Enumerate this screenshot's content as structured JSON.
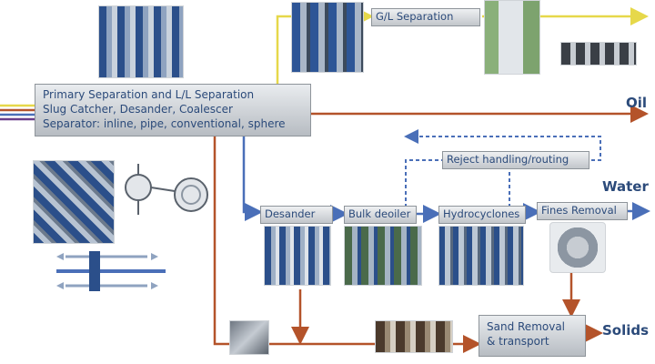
{
  "primary_box": {
    "line1": "Primary Separation and L/L Separation",
    "line2": "Slug Catcher, Desander, Coalescer",
    "line3": "Separator: inline, pipe, conventional, sphere"
  },
  "stages": {
    "gl_separation": "G/L Separation",
    "reject_handling": "Reject handling/routing",
    "desander": "Desander",
    "bulk_deoiler": "Bulk deoiler",
    "hydrocyclones": "Hydrocyclones",
    "fines_removal": "Fines Removal",
    "sand_removal_line1": "Sand Removal",
    "sand_removal_line2": "& transport"
  },
  "outputs": {
    "oil": "Oil",
    "water": "Water",
    "solids": "Solids"
  },
  "colors": {
    "oil_stream": "#b4532a",
    "water_stream": "#4a6fb8",
    "gas_stream": "#e6d84a",
    "label_text": "#2b4a7a"
  }
}
